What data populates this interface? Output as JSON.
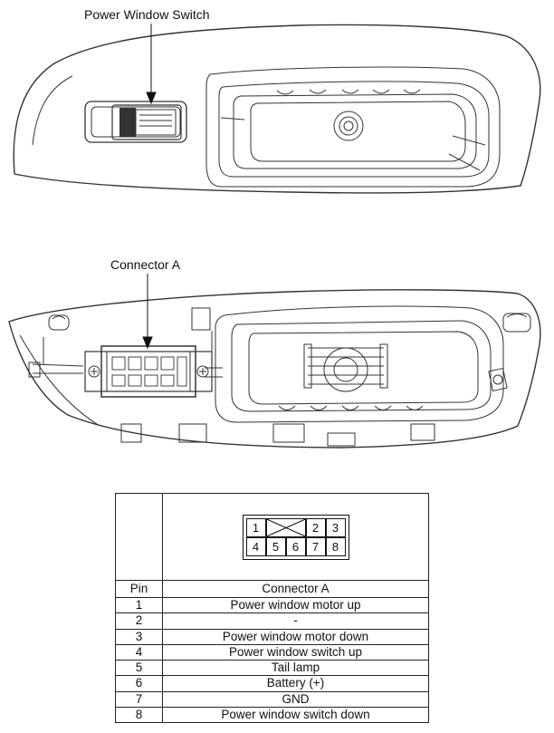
{
  "labels": {
    "switch_callout": "Power Window Switch",
    "connector_callout": "Connector A"
  },
  "connector_face": {
    "top_row": [
      "1",
      "2",
      "3"
    ],
    "bottom_row": [
      "4",
      "5",
      "6",
      "7",
      "8"
    ]
  },
  "table": {
    "headers": [
      "Pin",
      "Connector A"
    ],
    "rows": [
      {
        "pin": "1",
        "desc": "Power window motor up"
      },
      {
        "pin": "2",
        "desc": "-"
      },
      {
        "pin": "3",
        "desc": "Power window motor down"
      },
      {
        "pin": "4",
        "desc": "Power window switch up"
      },
      {
        "pin": "5",
        "desc": "Tail lamp"
      },
      {
        "pin": "6",
        "desc": "Battery (+)"
      },
      {
        "pin": "7",
        "desc": "GND"
      },
      {
        "pin": "8",
        "desc": "Power window switch down"
      }
    ]
  }
}
